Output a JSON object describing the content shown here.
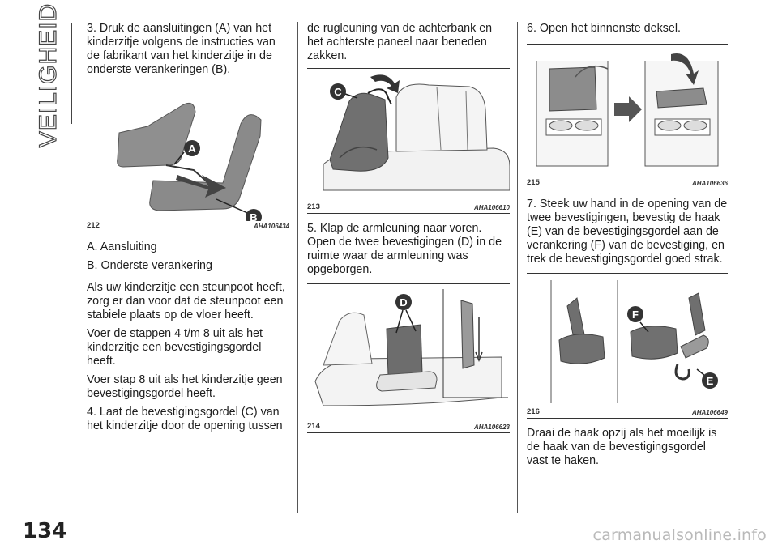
{
  "section_title": "VEILIGHEID",
  "page_number": "134",
  "watermark": "carmanualsonline.info",
  "column1": {
    "intro": "3. Druk de aansluitingen (A) van het kinderzitje volgens de instructies van de fabrikant van het kinderzitje in de onderste verankeringen (B).",
    "figure": {
      "number": "212",
      "code": "AHA106434",
      "callout_a": "A",
      "callout_b": "B"
    },
    "legend_a": "A. Aansluiting",
    "legend_b": "B. Onderste verankering",
    "para1": "Als uw kinderzitje een steunpoot heeft, zorg er dan voor dat de steunpoot een stabiele plaats op de vloer heeft.",
    "para2": "Voer de stappen 4 t/m 8 uit als het kinderzitje een bevestigingsgordel heeft.",
    "para3": "Voer stap 8 uit als het kinderzitje geen bevestigingsgordel heeft.",
    "para4": "4. Laat de bevestigingsgordel (C) van het kinderzitje door de opening tussen"
  },
  "column2": {
    "para1": "de rugleuning van de achterbank en het achterste paneel naar beneden zakken.",
    "figure1": {
      "number": "213",
      "code": "AHA106610",
      "callout": "C"
    },
    "para2": "5. Klap de armleuning naar voren. Open de twee bevestigingen (D) in de ruimte waar de armleuning was opgeborgen.",
    "figure2": {
      "number": "214",
      "code": "AHA106623",
      "callout": "D"
    }
  },
  "column3": {
    "para1": "6. Open het binnenste deksel.",
    "figure1": {
      "number": "215",
      "code": "AHA106636"
    },
    "para2": "7. Steek uw hand in de opening van de twee bevestigingen, bevestig de haak (E) van de bevestigingsgordel aan de verankering (F) van de bevestiging, en trek de bevestigingsgordel goed strak.",
    "figure2": {
      "number": "216",
      "code": "AHA106649",
      "callout_f": "F",
      "callout_e": "E"
    },
    "para3": "Draai de haak opzij als het moeilijk is de haak van de bevestigingsgordel vast te haken."
  }
}
